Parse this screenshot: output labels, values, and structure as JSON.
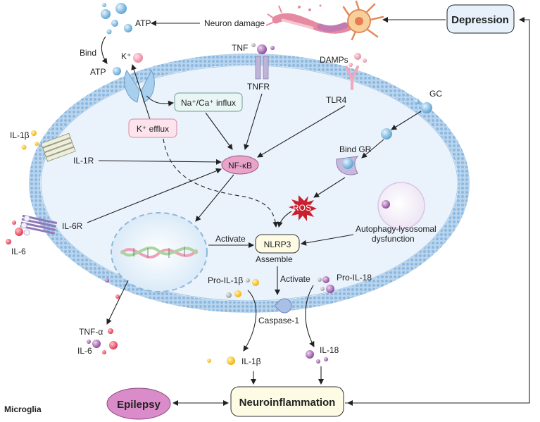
{
  "labels": {
    "atp_top": "ATP",
    "neuron_damage": "Neuron damage",
    "depression": "Depression",
    "bind": "Bind",
    "atp_bottom": "ATP",
    "k_plus": "K⁺",
    "tnf": "TNF",
    "tnfr": "TNFR",
    "damps": "DAMPs",
    "tlr4": "TLR4",
    "gc": "GC",
    "na_ca_influx": "Na⁺/Ca⁺ influx",
    "k_efflux": "K⁺ efflux",
    "il1b_top": "IL-1β",
    "il1r": "IL-1R",
    "nfkb": "NF-κB",
    "bind_gr": "Bind GR",
    "ros": "ROS",
    "il6r": "IL-6R",
    "il6_left": "IL-6",
    "activate_1": "Activate",
    "nlrp3": "NLRP3",
    "assemble": "Assemble",
    "autophagy_1": "Autophagy-lysosomal",
    "autophagy_2": "dysfunction",
    "activate_2": "Activate",
    "pro_il1b": "Pro-IL-1β",
    "pro_il18": "Pro-IL-18",
    "caspase1": "Caspase-1",
    "tnfa": "TNF-α",
    "il6_bottom": "IL-6",
    "il1b_bottom": "IL-1β",
    "il18": "IL-18",
    "epilepsy": "Epilepsy",
    "neuroinflammation": "Neuroinflammation",
    "microglia": "Microglia"
  },
  "colors": {
    "membrane": "#9ec3e6",
    "cell_fill": "#eaf2fb",
    "atp_blue": "#7fb5db",
    "pink": "#f2a6b8",
    "red": "#e84a5f",
    "purple": "#b06ab3",
    "yellow": "#f7c52c",
    "depression_box": "#e6f1fb",
    "nfkb_fill": "#e8a4c9",
    "epilepsy_fill": "#d98cc9",
    "neuro_fill": "#fdfbe3",
    "nlrp3_fill": "#fdfbe3"
  }
}
